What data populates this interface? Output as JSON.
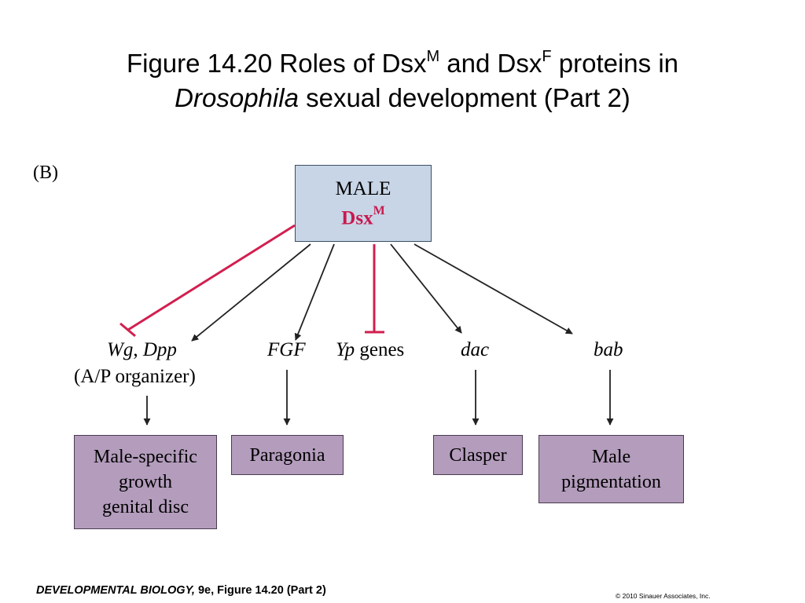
{
  "title": {
    "line1_prefix": "Figure 14.20  Roles of Dsx",
    "sup_m": "M",
    "line1_middle": " and Dsx",
    "sup_f": "F",
    "line1_suffix": " proteins in",
    "line2_italic": "Drosophila",
    "line2_rest": " sexual development (Part 2)"
  },
  "panel_label": "(B)",
  "male_box": {
    "title": "MALE",
    "protein": "Dsx",
    "protein_sup": "M",
    "fill": "#c7d5e6",
    "protein_color": "#c8194e"
  },
  "genes": {
    "wg_dpp_part1": "Wg",
    "wg_dpp_sep": ", ",
    "wg_dpp_part2": "Dpp",
    "wg_dpp_sub": "(A/P organizer)",
    "fgf": "FGF",
    "yp_italic": "Yp",
    "yp_rest": " genes",
    "dac": "dac",
    "bab": "bab"
  },
  "outcomes": {
    "genital_disc": [
      "Male-specific",
      "growth",
      "genital disc"
    ],
    "paragonia": "Paragonia",
    "clasper": "Clasper",
    "pigmentation": [
      "Male",
      "pigmentation"
    ],
    "fill": "#b39cbc"
  },
  "footer": {
    "book": "DEVELOPMENTAL BIOLOGY,",
    "edition": " 9e, Figure 14.20 (Part 2)",
    "copyright": "© 2010 Sinauer Associates, Inc."
  },
  "colors": {
    "inhibition": "#d21f4f",
    "activation": "#222222"
  }
}
